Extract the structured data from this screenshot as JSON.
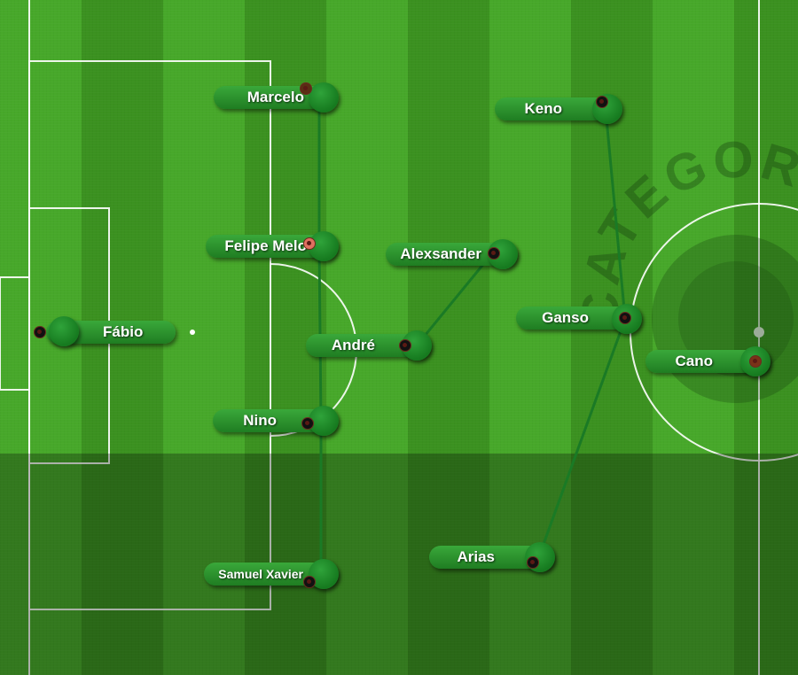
{
  "game": {
    "watermark": "CATEGORIA",
    "colors": {
      "pitch_light": "#47a82a",
      "pitch_dark": "#3b9120",
      "pill": "#1f7d22",
      "pass_line": "#1a7a25",
      "lines": "#ffffff"
    }
  },
  "players": [
    {
      "id": "marcelo",
      "name": "Marcelo"
    },
    {
      "id": "felipe-melo",
      "name": "Felipe Melo"
    },
    {
      "id": "fabio",
      "name": "Fábio"
    },
    {
      "id": "andre",
      "name": "André"
    },
    {
      "id": "nino",
      "name": "Nino"
    },
    {
      "id": "samuel-xavier",
      "name": "Samuel Xavier"
    },
    {
      "id": "keno",
      "name": "Keno"
    },
    {
      "id": "alexsander",
      "name": "Alexsander"
    },
    {
      "id": "ganso",
      "name": "Ganso"
    },
    {
      "id": "cano",
      "name": "Cano"
    },
    {
      "id": "arias",
      "name": "Arias"
    }
  ]
}
